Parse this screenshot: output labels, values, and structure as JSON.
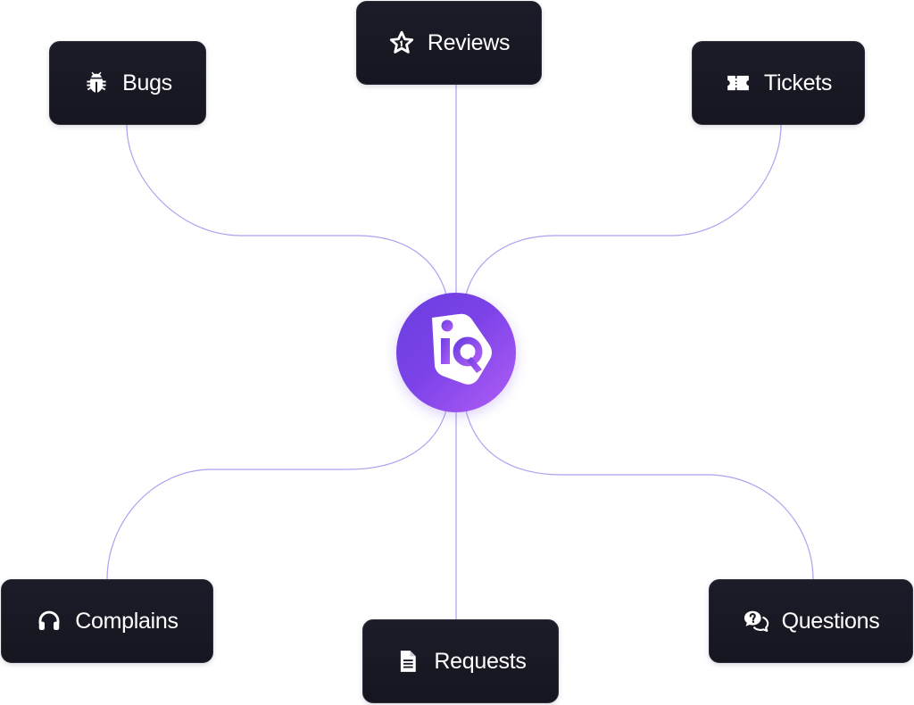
{
  "colors": {
    "connector": "#a9a3f0",
    "node_bg": "#181923",
    "node_text": "#ffffff",
    "hub_start": "#6a3fe0",
    "hub_end": "#b15ef5"
  },
  "hub": {
    "logo_icon": "iq-logo-icon"
  },
  "nodes": {
    "bugs": {
      "label": "Bugs",
      "icon": "bug-icon"
    },
    "reviews": {
      "label": "Reviews",
      "icon": "star-icon"
    },
    "tickets": {
      "label": "Tickets",
      "icon": "ticket-icon"
    },
    "complains": {
      "label": "Complains",
      "icon": "headset-icon"
    },
    "requests": {
      "label": "Requests",
      "icon": "document-icon"
    },
    "questions": {
      "label": "Questions",
      "icon": "question-chat-icon"
    }
  }
}
